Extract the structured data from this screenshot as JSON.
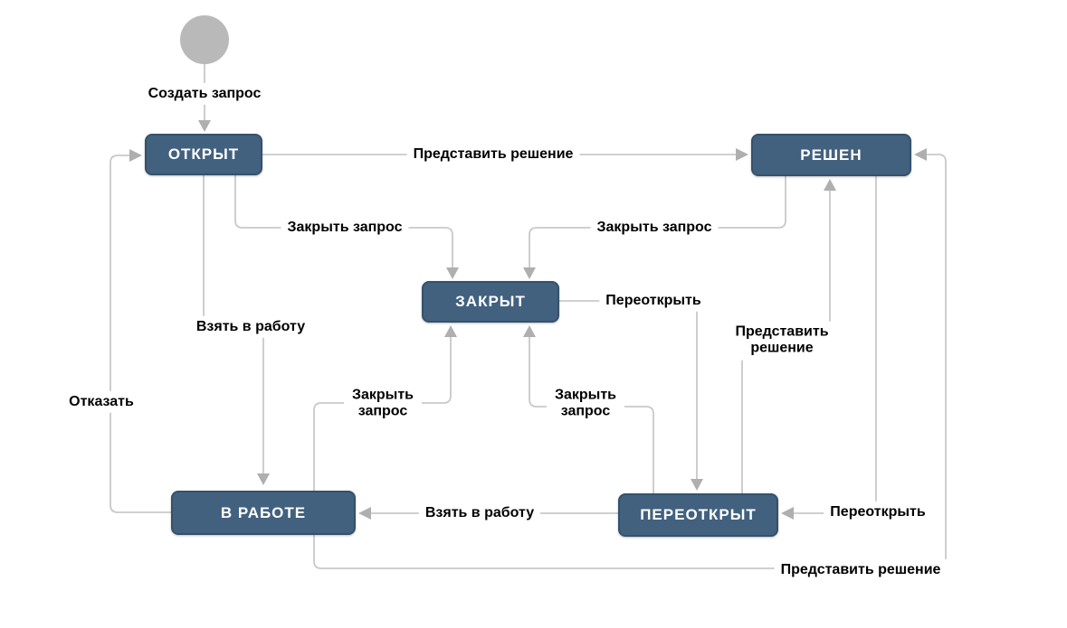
{
  "diagram": {
    "title": "request-lifecycle-state-diagram",
    "colors": {
      "state_fill": "#42617F",
      "state_border": "#35516C",
      "state_text": "#FFFFFF",
      "edge_line": "#C9C9C9",
      "arrowhead": "#AFAFAF",
      "start_node": "#B9B9B9",
      "label_text": "#000000",
      "background": "#FFFFFF"
    },
    "start_node": {
      "name": "start"
    },
    "states": [
      {
        "id": "open",
        "label": "ОТКРЫТ"
      },
      {
        "id": "resolved",
        "label": "РЕШЕН"
      },
      {
        "id": "closed",
        "label": "ЗАКРЫТ"
      },
      {
        "id": "in_progress",
        "label": "В РАБОТЕ"
      },
      {
        "id": "reopened",
        "label": "ПЕРЕОТКРЫТ"
      }
    ],
    "transitions": [
      {
        "from": "start",
        "to": "open",
        "label": "Создать запрос"
      },
      {
        "from": "open",
        "to": "resolved",
        "label": "Представить решение"
      },
      {
        "from": "open",
        "to": "closed",
        "label": "Закрыть запрос"
      },
      {
        "from": "resolved",
        "to": "closed",
        "label": "Закрыть запрос"
      },
      {
        "from": "closed",
        "to": "reopened",
        "label": "Переоткрыть"
      },
      {
        "from": "open",
        "to": "in_progress",
        "label": "Взять в работу"
      },
      {
        "from": "in_progress",
        "to": "open",
        "label": "Отказать"
      },
      {
        "from": "in_progress",
        "to": "closed",
        "label": "Закрыть запрос"
      },
      {
        "from": "reopened",
        "to": "closed",
        "label": "Закрыть запрос"
      },
      {
        "from": "reopened",
        "to": "in_progress",
        "label": "Взять в работу"
      },
      {
        "from": "reopened",
        "to": "resolved",
        "label": "Представить решение"
      },
      {
        "from": "resolved",
        "to": "reopened",
        "label": "Переоткрыть"
      },
      {
        "from": "in_progress",
        "to": "resolved",
        "label": "Представить решение"
      }
    ]
  }
}
